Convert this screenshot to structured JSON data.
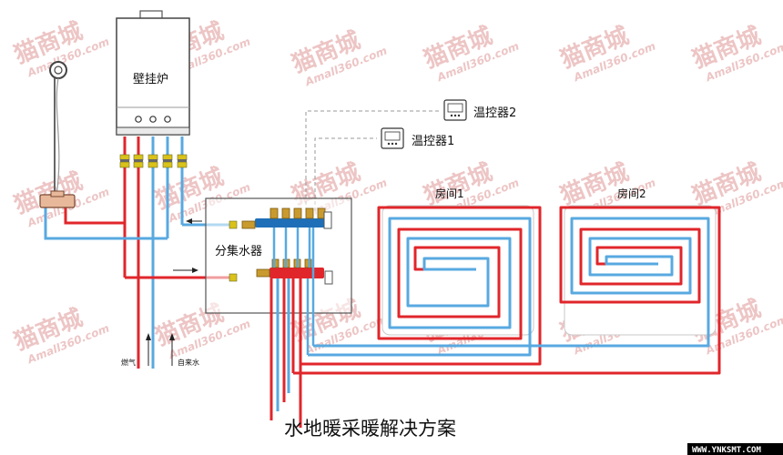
{
  "boiler": {
    "label": "壁挂炉"
  },
  "manifold": {
    "label": "分集水器"
  },
  "thermostats": [
    {
      "label": "温控器2"
    },
    {
      "label": "温控器1"
    }
  ],
  "rooms": [
    {
      "label": "房间1"
    },
    {
      "label": "房间2"
    }
  ],
  "supply": {
    "gas_label": "燃气",
    "water_label": "自来水"
  },
  "title": "水地暖采暖解决方案",
  "watermark": {
    "brand": "猫商城",
    "site": "Amall360.com"
  },
  "footer": {
    "text": "WWW.YNKSMT.COM"
  },
  "colors": {
    "hot": "#e0262b",
    "cold": "#58a9e0",
    "manifold_blue": "#1f6fb8",
    "brass": "#c99a2e",
    "valve": "#d9c21a",
    "dashed": "#9a9a9a"
  }
}
